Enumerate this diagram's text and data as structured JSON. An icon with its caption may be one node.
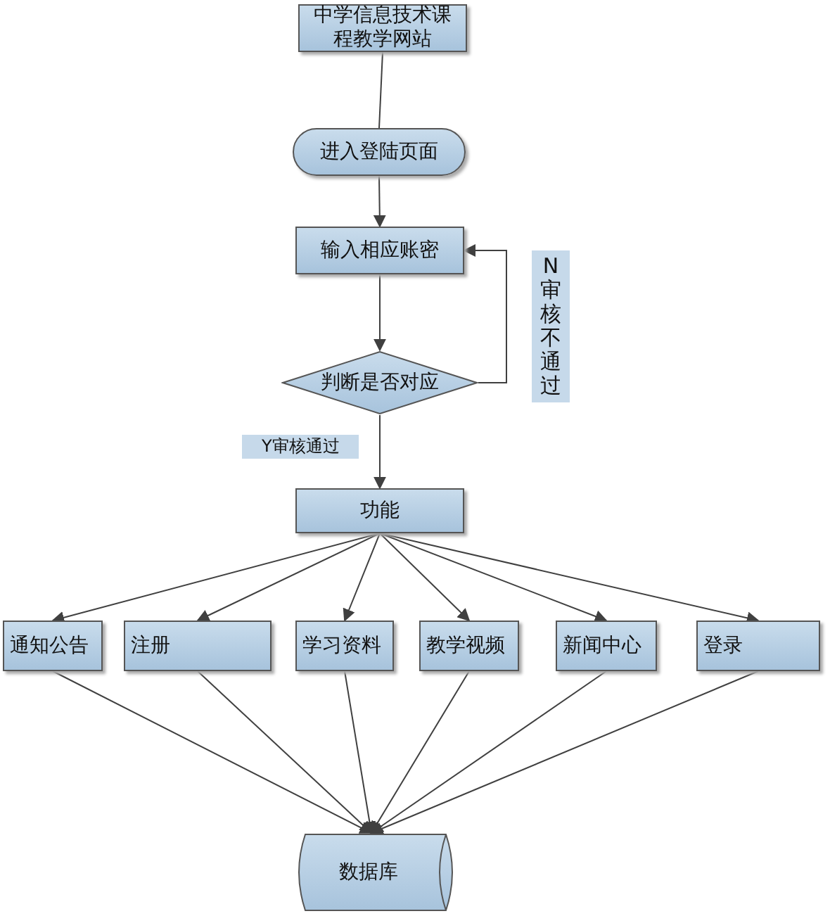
{
  "diagram": {
    "nodes": [
      {
        "text": [
          "中学信息技术课程教学网站"
        ]
      },
      {
        "text": [
          "进入登陆页面"
        ]
      },
      {
        "text": [
          "输入相应账密"
        ]
      },
      {
        "text": [
          "判断是否对应"
        ]
      },
      {
        "text": [
          "功能"
        ]
      },
      {
        "text": [
          "通知公告"
        ]
      },
      {
        "text": [
          "注册"
        ]
      },
      {
        "text": [
          "学习资料"
        ]
      },
      {
        "text": [
          "教学视频"
        ]
      },
      {
        "text": [
          "新闻中心"
        ]
      },
      {
        "text": [
          "登录"
        ]
      },
      {
        "text": [
          "数据库"
        ]
      }
    ],
    "edges": [
      {
        "from": 0,
        "to": 1,
        "arrow": "none"
      },
      {
        "from": 1,
        "to": 2,
        "arrow": "to"
      },
      {
        "from": 2,
        "to": 3,
        "arrow": "to"
      },
      {
        "from": 3,
        "to": 2,
        "arrow": "to",
        "label": "N审核不通过"
      },
      {
        "from": 3,
        "to": 4,
        "arrow": "to",
        "label": "Y审核通过"
      },
      {
        "from": 4,
        "to": 5,
        "arrow": "to"
      },
      {
        "from": 4,
        "to": 6,
        "arrow": "to"
      },
      {
        "from": 4,
        "to": 7,
        "arrow": "to"
      },
      {
        "from": 4,
        "to": 8,
        "arrow": "to"
      },
      {
        "from": 4,
        "to": 9,
        "arrow": "to"
      },
      {
        "from": 4,
        "to": 10,
        "arrow": "to"
      },
      {
        "from": 5,
        "to": 11,
        "arrow": "to"
      },
      {
        "from": 6,
        "to": 11,
        "arrow": "to"
      },
      {
        "from": 7,
        "to": 11,
        "arrow": "to"
      },
      {
        "from": 8,
        "to": 11,
        "arrow": "to"
      },
      {
        "from": 9,
        "to": 11,
        "arrow": "to"
      },
      {
        "from": 10,
        "to": 11,
        "arrow": "to"
      }
    ]
  }
}
